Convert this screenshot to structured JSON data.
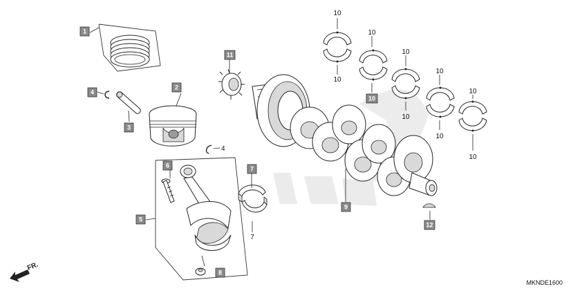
{
  "diagram": {
    "code": "MKNDE1600",
    "direction_label": "FR.",
    "watermark_brand": "HONDA"
  },
  "ref_labels": {
    "piston_ring_set": "1",
    "piston": "2",
    "piston_pin": "3",
    "clip_left": "4",
    "clip_right": "4",
    "connecting_rod_assy": "5",
    "rod_bolt": "6",
    "rod_bearing_top": "7",
    "rod_bearing_bottom": "7",
    "rod_nut": "8",
    "crankshaft": "9",
    "main_bearing_a_top": "10",
    "main_bearing_a_bottom": "10",
    "main_bearing_b_top": "10",
    "main_bearing_b_box": "10",
    "main_bearing_c_top": "10",
    "main_bearing_c_bottom": "10",
    "main_bearing_d_top": "10",
    "main_bearing_d_bottom": "10",
    "main_bearing_e_top": "10",
    "main_bearing_e_bottom": "10",
    "gear": "11",
    "woodruff_key": "12"
  },
  "colors": {
    "label_box": "#8a8a8a",
    "line": "#222222",
    "watermark": "#c8c8c8"
  }
}
